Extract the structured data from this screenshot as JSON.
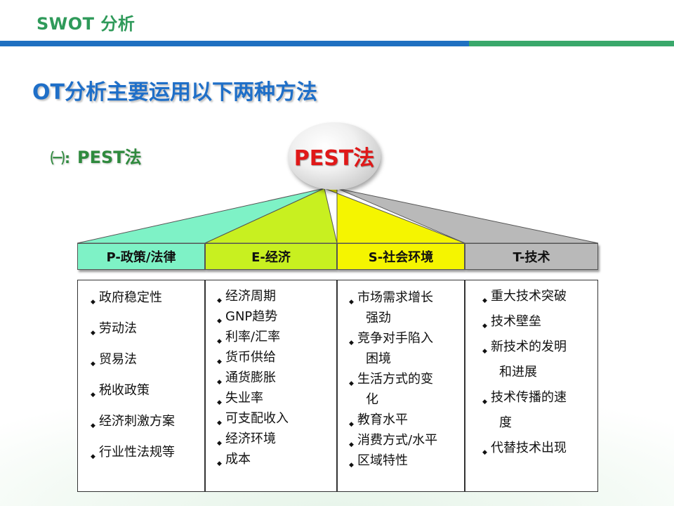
{
  "header": {
    "title": "SWOT 分析"
  },
  "main_title": "OT分析主要运用以下两种方法",
  "subtitle": {
    "prefix": "㈠:",
    "text": "PEST法"
  },
  "center_label": "PEST法",
  "columns": [
    {
      "header": "P-政策/法律",
      "color": "#7ef2c6",
      "items": [
        "政府稳定性",
        "劳动法",
        "贸易法",
        "税收政策",
        "经济刺激方案",
        "行业性法规等"
      ]
    },
    {
      "header": "E-经济",
      "color": "#c8f020",
      "items": [
        "经济周期",
        "GNP趋势",
        "利率/汇率",
        "货币供给",
        "通货膨胀",
        "失业率",
        "可支配收入",
        "经济环境",
        "成本"
      ]
    },
    {
      "header": "S-社会环境",
      "color": "#f5f500",
      "items": [
        "市场需求增长",
        "强劲",
        "竞争对手陷入",
        "困境",
        "生活方式的变",
        "化",
        "教育水平",
        "消费方式/水平",
        "区域特性"
      ]
    },
    {
      "header": "T-技术",
      "color": "#b9b9b9",
      "items": [
        "重大技术突破",
        "技术壁垒",
        "新技术的发明",
        "和进展",
        "技术传播的速",
        "度",
        "代替技术出现"
      ]
    }
  ]
}
